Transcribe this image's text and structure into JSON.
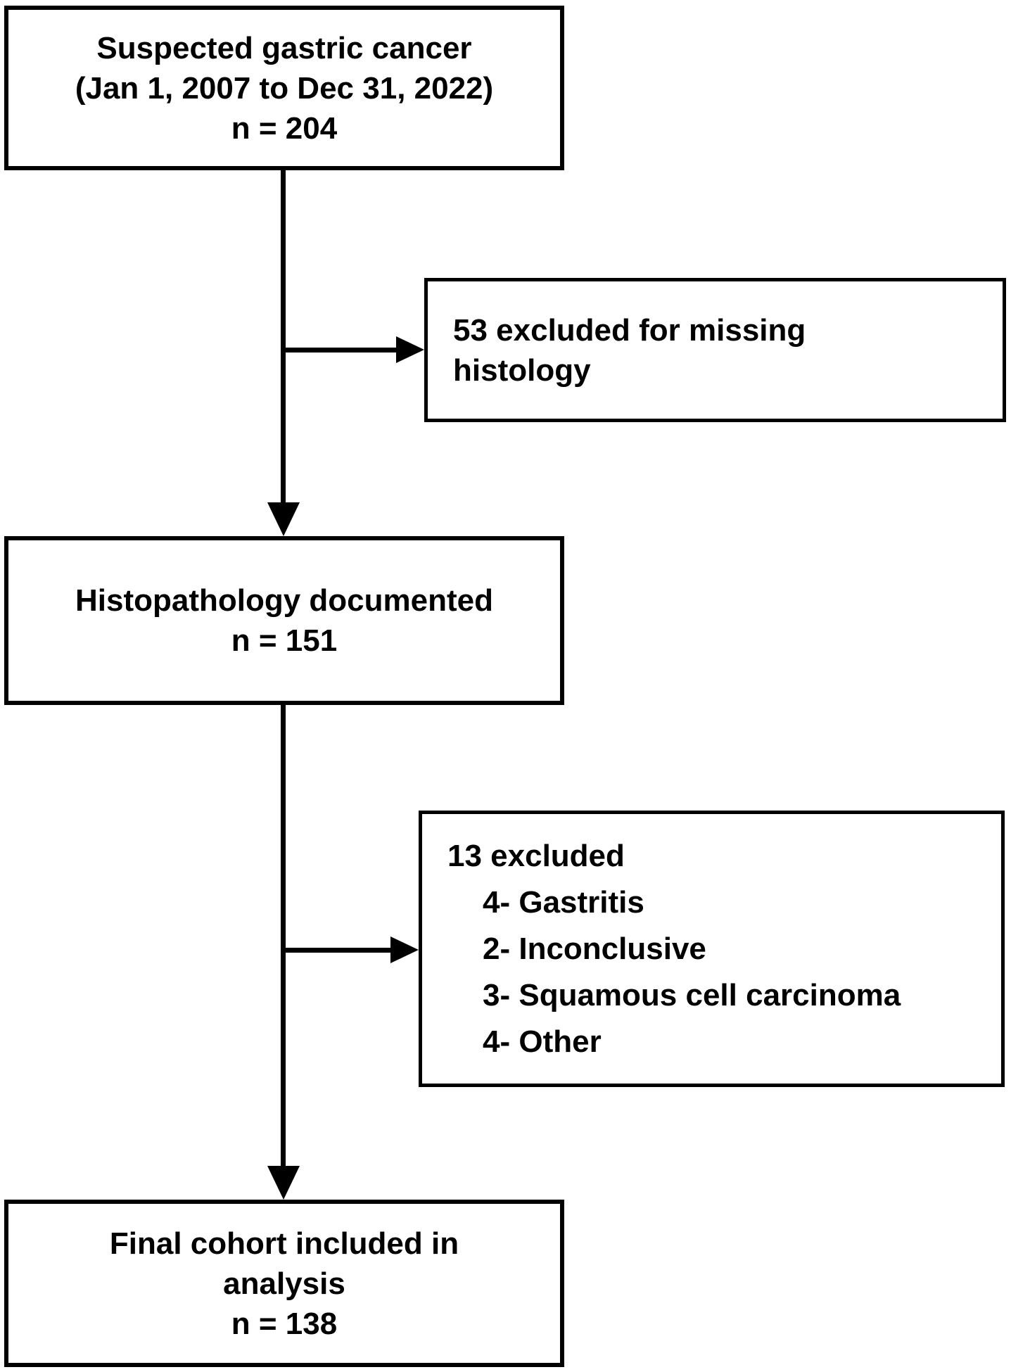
{
  "flowchart": {
    "main_boxes": [
      {
        "name": "enrollment",
        "lines": [
          "Suspected gastric cancer",
          "(Jan 1, 2007 to Dec 31, 2022)",
          "n = 204"
        ]
      },
      {
        "name": "histopathology_documented",
        "lines": [
          "Histopathology documented",
          "n = 151"
        ]
      },
      {
        "name": "final_cohort",
        "lines": [
          "Final cohort included in",
          "analysis",
          "n = 138"
        ]
      }
    ],
    "exclusion_boxes": [
      {
        "name": "excluded_missing_histology",
        "lines": [
          "53 excluded for missing",
          "histology"
        ]
      },
      {
        "name": "excluded_after_histology",
        "title": "13 excluded",
        "items": [
          "4- Gastritis",
          "2- Inconclusive",
          "3- Squamous cell carcinoma",
          "4- Other"
        ]
      }
    ],
    "counts": {
      "initial": 204,
      "excluded_missing_histology": 53,
      "histopathology_documented": 151,
      "excluded_after_histology": 13,
      "final_cohort": 138
    },
    "colors": {
      "line": "#000000",
      "text": "#000000",
      "background": "#ffffff"
    }
  }
}
